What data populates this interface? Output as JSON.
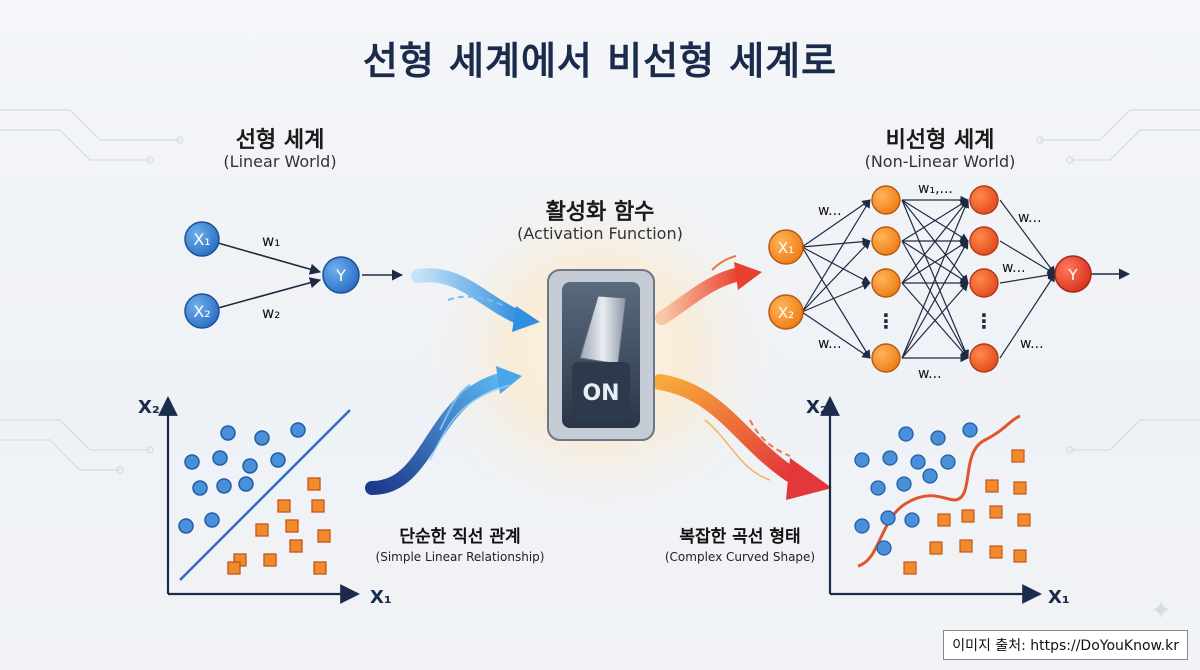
{
  "title": "선형 세계에서 비선형 세계로",
  "linear": {
    "title": "선형 세계",
    "subtitle": "(Linear World)",
    "inputs": [
      "X₁",
      "X₂"
    ],
    "weights": [
      "w₁",
      "w₂"
    ],
    "output": "Y",
    "caption": "단순한 직선 관계",
    "caption_sub": "(Simple Linear Relationship)"
  },
  "activation": {
    "title": "활성화 함수",
    "subtitle": "(Activation Function)",
    "switch_label": "ON"
  },
  "nonlinear": {
    "title": "비선형 세계",
    "subtitle": "(Non-Linear World)",
    "inputs": [
      "X₁",
      "X₂"
    ],
    "weight_labels": [
      "w...",
      "w₁,...",
      "w...",
      "w...",
      "w...",
      "w..."
    ],
    "dots": "⋮",
    "output": "Y",
    "caption": "복잡한 곡선 형태",
    "caption_sub": "(Complex Curved Shape)"
  },
  "axes": {
    "x": "X₁",
    "y": "X₂"
  },
  "credit": "이미지 출처: https://DoYouKnow.kr",
  "colors": {
    "blue_node": "#3b82d6",
    "orange_node": "#f5932a",
    "red_node": "#e8442f",
    "title": "#1b2b4b",
    "square": "#f08a2b"
  }
}
